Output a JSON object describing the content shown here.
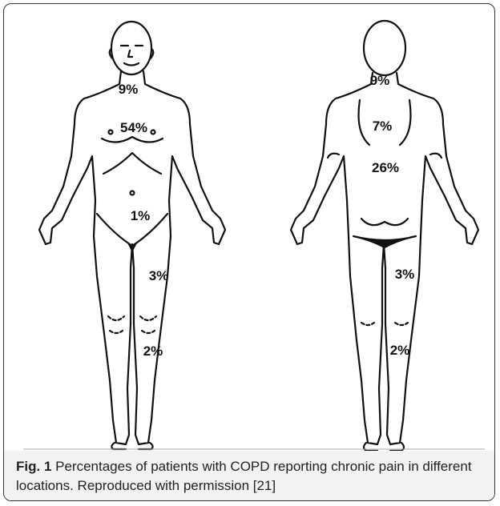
{
  "figure": {
    "label": "Fig. 1",
    "caption": "Percentages of patients with COPD reporting chronic pain in different locations. Reproduced with permission [21]"
  },
  "front_view": {
    "neck": "9%",
    "chest": "54%",
    "abdomen": "1%",
    "thigh": "3%",
    "lower_leg": "2%"
  },
  "back_view": {
    "neck": "9%",
    "upper_back": "7%",
    "mid_back": "26%",
    "thigh": "3%",
    "lower_leg": "2%"
  }
}
